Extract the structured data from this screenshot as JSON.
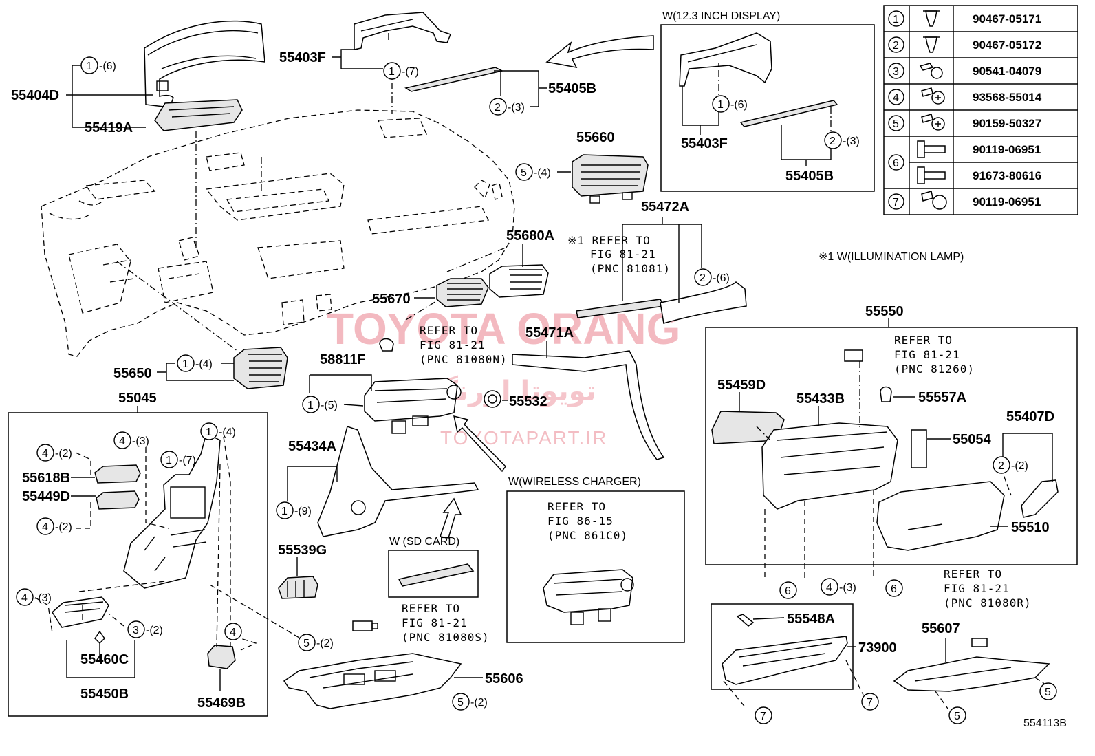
{
  "diagram": {
    "code": "554113B",
    "watermark": {
      "brand": "TOYOTA ORANG",
      "persian": "تویوتا اورنگ",
      "site": "TOYOTAPART.IR"
    },
    "labels": {
      "p55404D": "55404D",
      "p55419A": "55419A",
      "p55403F": "55403F",
      "p55405B": "55405B",
      "p55660": "55660",
      "p55472A": "55472A",
      "p55680A": "55680A",
      "p55670": "55670",
      "p55471A": "55471A",
      "p58811F": "58811F",
      "p55532": "55532",
      "p55650": "55650",
      "p55045": "55045",
      "p55618B": "55618B",
      "p55449D": "55449D",
      "p55460C": "55460C",
      "p55450B": "55450B",
      "p55469B": "55469B",
      "p55434A": "55434A",
      "p55539G": "55539G",
      "p55606": "55606",
      "p55550": "55550",
      "p55459D": "55459D",
      "p55433B": "55433B",
      "p55557A": "55557A",
      "p55407D": "55407D",
      "p55054": "55054",
      "p55510": "55510",
      "p55548A": "55548A",
      "p73900": "73900",
      "p55607": "55607",
      "inset_55403F": "55403F",
      "inset_55405B": "55405B"
    },
    "notes": {
      "w_display": "W(12.3 INCH DISPLAY)",
      "w_wireless": "W(WIRELESS CHARGER)",
      "w_sdcard": "W (SD CARD)",
      "illum": "※1 W(ILLUMINATION LAMP)",
      "ref_81081": [
        "※1 REFER TO",
        "FIG 81-21",
        "(PNC 81081)"
      ],
      "ref_81080N": [
        "REFER TO",
        "FIG 81-21",
        "(PNC 81080N)"
      ],
      "ref_81260": [
        "REFER TO",
        "FIG 81-21",
        "(PNC 81260)"
      ],
      "ref_861C0": [
        "REFER TO",
        "FIG 86-15",
        "(PNC 861C0)"
      ],
      "ref_81080S": [
        "REFER TO",
        "FIG 81-21",
        "(PNC 81080S)"
      ],
      "ref_81080R": [
        "REFER TO",
        "FIG 81-21",
        "(PNC 81080R)"
      ]
    },
    "callouts": {
      "c1_6": "-(6)",
      "c1_7": "-(7)",
      "c2_3a": "-(3)",
      "c5_4": "-(4)",
      "c2_6": "-(6)",
      "c1_4a": "-(4)",
      "c1_5": "-(5)",
      "c4_2a": "-(2)",
      "c4_3a": "-(3)",
      "c1_4b": "-(4)",
      "c1_7b": "-(7)",
      "c4_2b": "-(2)",
      "c4_3b": "-(3)",
      "c3_2": "-(2)",
      "c5_2a": "-(2)",
      "c1_9": "-(9)",
      "c5_2b": "-(2)",
      "c2_2": "-(2)",
      "c4_3c": "-(3)",
      "i1_6": "-(6)",
      "i2_3": "-(3)"
    },
    "circle_numbers": [
      "1",
      "2",
      "3",
      "4",
      "5",
      "6",
      "7"
    ],
    "fastener_table": [
      {
        "ref": "1",
        "part": "90467-05171"
      },
      {
        "ref": "2",
        "part": "90467-05172"
      },
      {
        "ref": "3",
        "part": "90541-04079"
      },
      {
        "ref": "4",
        "part": "93568-55014"
      },
      {
        "ref": "5",
        "part": "90159-50327"
      },
      {
        "ref": "6",
        "part": "90119-06951"
      },
      {
        "ref": "6",
        "part": "91673-80616"
      },
      {
        "ref": "7",
        "part": "90119-06951"
      }
    ]
  }
}
